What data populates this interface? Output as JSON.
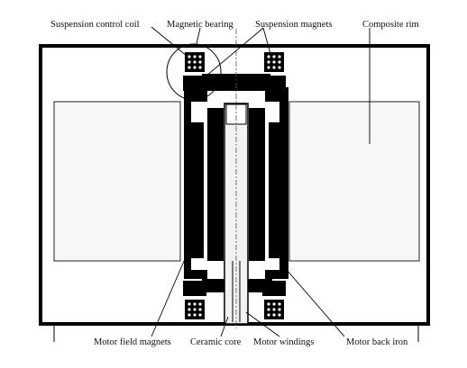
{
  "labels": {
    "suspension_control_coil": "Suspension control coil",
    "magnetic_bearing": "Magnetic bearing",
    "suspension_magnets": "Suspension magnets",
    "composite_rim": "Composite rim",
    "motor_field_magnets": "Motor field magnets",
    "ceramic_core": "Ceramic core",
    "motor_windings": "Motor windings",
    "motor_back_iron": "Motor back iron"
  },
  "colors": {
    "ink": "#000000",
    "paper": "#ffffff",
    "rim_panel": "#f7f7f7",
    "core": "#f2f2f2"
  }
}
